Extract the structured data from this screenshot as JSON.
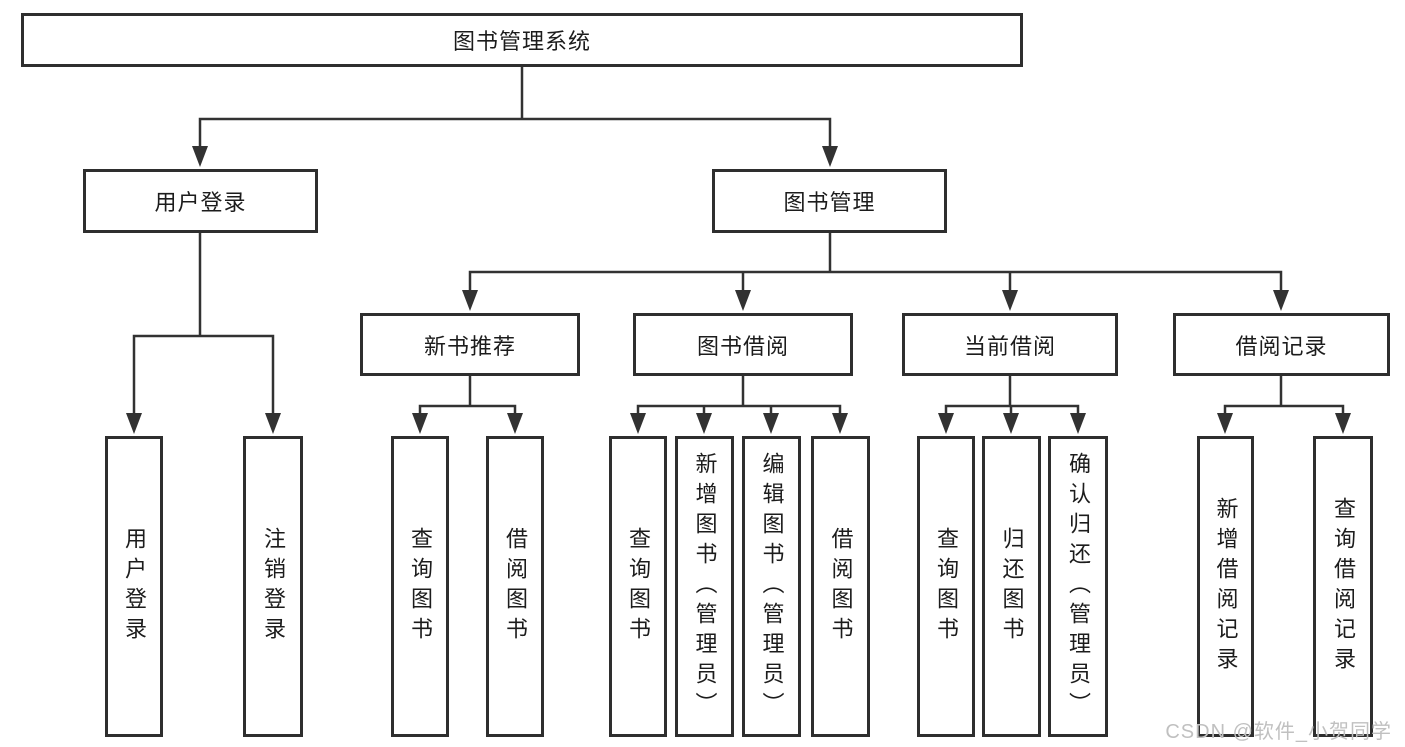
{
  "colors": {
    "line": "#323232",
    "box_border": "#2e2e2e",
    "text": "#1c1c1c",
    "background": "#ffffff",
    "watermark": "#c0c0c0"
  },
  "diagram": {
    "title": "图书管理系统",
    "level2": {
      "user_login": "用户登录",
      "book_mgmt": "图书管理"
    },
    "level3": {
      "new_book": "新书推荐",
      "borrow": "图书借阅",
      "current": "当前借阅",
      "records": "借阅记录"
    },
    "leaves": {
      "user_login": "用户登录",
      "logout": "注销登录",
      "rec_query_book": "查询图书",
      "rec_borrow_book": "借阅图书",
      "bor_query_book": "查询图书",
      "bor_add_book": "新增图书（管理员）",
      "bor_edit_book": "编辑图书（管理员）",
      "bor_borrow_book": "借阅图书",
      "cur_query_book": "查询图书",
      "cur_return_book": "归还图书",
      "cur_confirm_return": "确认归还（管理员）",
      "log_add_record": "新增借阅记录",
      "log_query_record": "查询借阅记录"
    }
  },
  "watermark": "CSDN @软件_小贺同学"
}
